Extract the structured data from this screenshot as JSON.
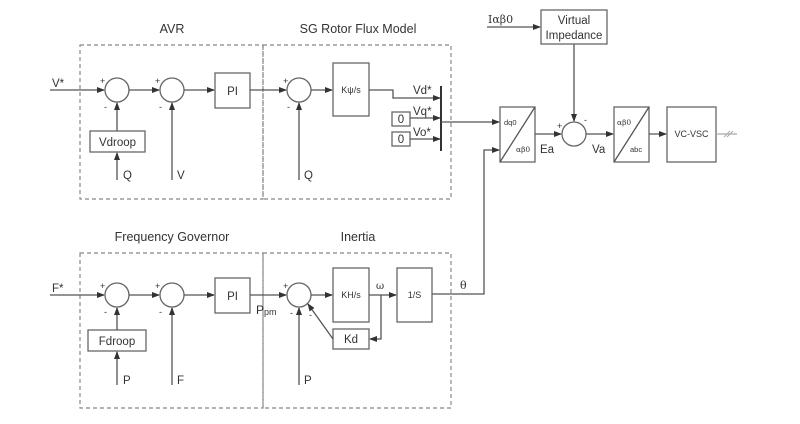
{
  "sections": {
    "avr": "AVR",
    "flux": "SG Rotor Flux Model",
    "governor": "Frequency Governor",
    "inertia": "Inertia"
  },
  "inputs": {
    "v_ref": "V*",
    "q1": "Q",
    "v": "V",
    "q2": "Q",
    "f_ref": "F*",
    "p1": "P",
    "f": "F",
    "p2": "P",
    "i_ab0": "Iαβ0"
  },
  "blocks": {
    "vdroop": "Vdroop",
    "pi_top": "PI",
    "kpsi": "Kψ/s",
    "zero1": "0",
    "zero2": "0",
    "virtual_impedance_1": "Virtual",
    "virtual_impedance_2": "Impedance",
    "dq0_in": "dq0",
    "dq0_out": "αβ0",
    "ab0_in": "αβ0",
    "ab0_out": "abc",
    "vcvsc": "VC-VSC",
    "fdroop": "Fdroop",
    "pi_bottom": "PI",
    "kh": "KH/s",
    "integrator": "1/S",
    "kd": "Kd"
  },
  "signals": {
    "vd": "Vd*",
    "vq": "Vq*",
    "vo": "Vo*",
    "ea": "Ea",
    "va": "Va",
    "ppm_main": "P",
    "ppm_sub": "pm",
    "omega": "ω",
    "theta": "θ"
  },
  "signs": {
    "plus": "+",
    "minus": "-"
  }
}
